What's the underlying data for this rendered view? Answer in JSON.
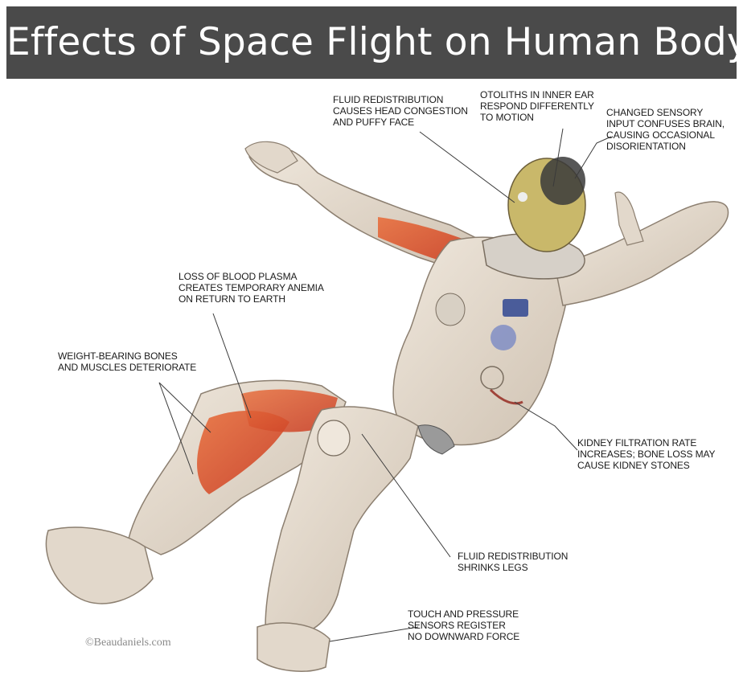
{
  "title": "Effects of Space Flight on Human Body:",
  "credit": "©Beaudaniels.com",
  "colors": {
    "title_bar": "#4a4a4a",
    "title_text": "#ffffff",
    "label_text": "#1a1a1a",
    "muscle": "#d9472a",
    "suit": "#e6dcd0",
    "skin": "#c9b86a"
  },
  "annotations": [
    {
      "id": "head-congestion",
      "lines": [
        "FLUID REDISTRIBUTION",
        "CAUSES HEAD CONGESTION",
        "AND  PUFFY FACE"
      ]
    },
    {
      "id": "otoliths",
      "lines": [
        "OTOLITHS IN INNER EAR",
        "RESPOND DIFFERENTLY",
        "TO MOTION"
      ]
    },
    {
      "id": "sensory",
      "lines": [
        "CHANGED SENSORY",
        "INPUT CONFUSES BRAIN,",
        "CAUSING OCCASIONAL",
        "DISORIENTATION"
      ]
    },
    {
      "id": "blood-plasma",
      "lines": [
        "LOSS OF BLOOD PLASMA",
        "CREATES TEMPORARY ANEMIA",
        "ON RETURN TO EARTH"
      ]
    },
    {
      "id": "bones-muscles",
      "lines": [
        "WEIGHT-BEARING BONES",
        "AND MUSCLES DETERIORATE"
      ]
    },
    {
      "id": "kidney",
      "lines": [
        "KIDNEY FILTRATION RATE",
        "INCREASES; BONE LOSS MAY",
        "CAUSE KIDNEY STONES"
      ]
    },
    {
      "id": "shrinks-legs",
      "lines": [
        "FLUID REDISTRIBUTION",
        "SHRINKS LEGS"
      ]
    },
    {
      "id": "touch-pressure",
      "lines": [
        "TOUCH AND PRESSURE",
        "SENSORS REGISTER",
        "NO DOWNWARD FORCE"
      ]
    }
  ]
}
